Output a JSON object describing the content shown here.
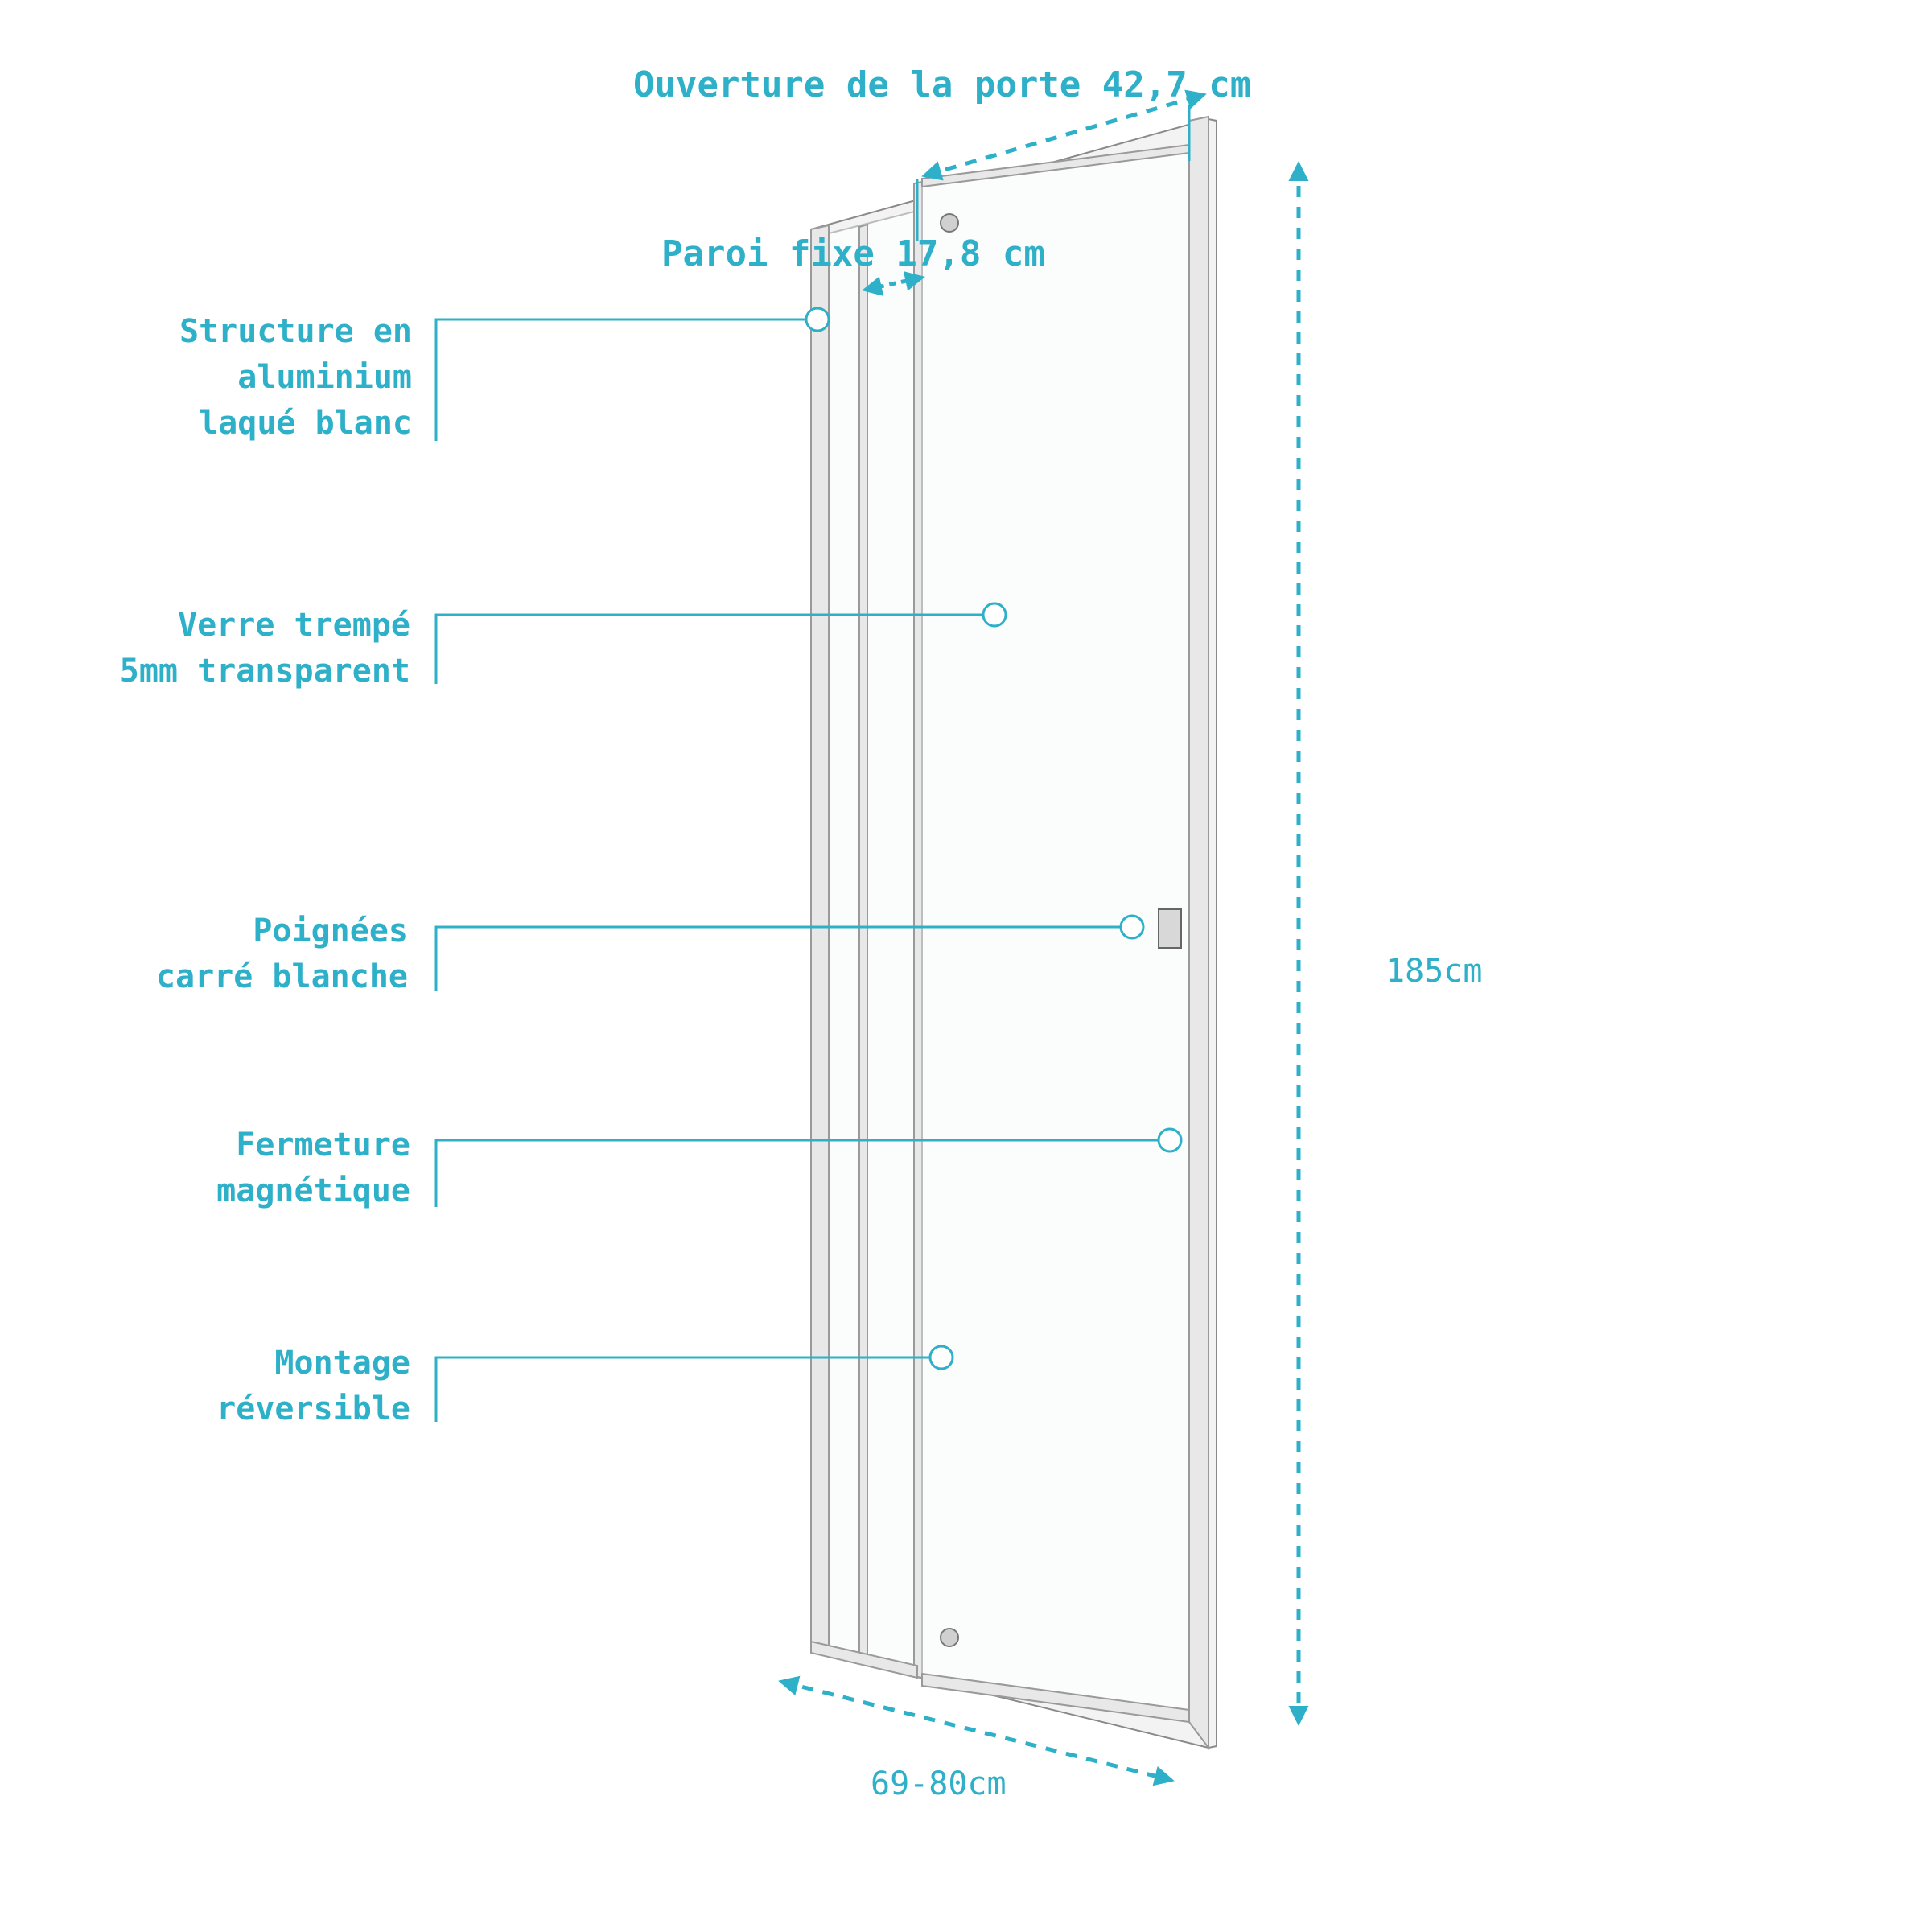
{
  "dimensions": {
    "door_opening": "Ouverture de la porte 42,7 cm",
    "fixed_panel": "Paroi fixe 17,8 cm",
    "height": "185cm",
    "width": "69-80cm"
  },
  "features": [
    {
      "lines": [
        "Structure en",
        "aluminium",
        "laqué blanc"
      ]
    },
    {
      "lines": [
        "Verre trempé",
        "5mm transparent"
      ]
    },
    {
      "lines": [
        "Poignées",
        "carré blanche"
      ]
    },
    {
      "lines": [
        "Fermeture",
        "magnétique"
      ]
    },
    {
      "lines": [
        "Montage",
        "réversible"
      ]
    }
  ],
  "colors": {
    "accent": "#2eb0c9",
    "frame": "#8a8a8a"
  }
}
